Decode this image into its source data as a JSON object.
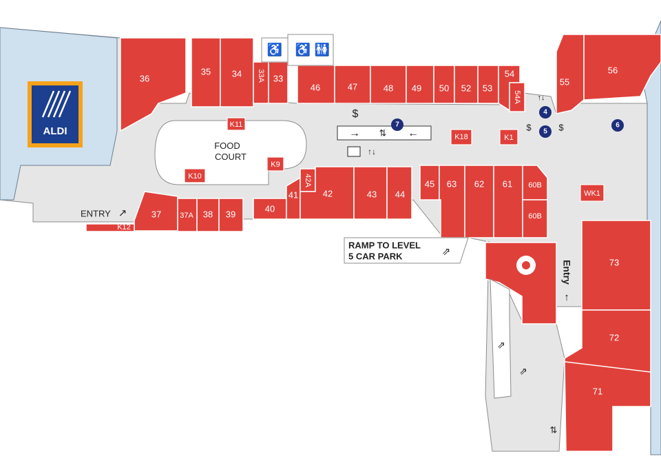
{
  "shops": {
    "s36": "36",
    "s35": "35",
    "s34": "34",
    "s33a": "33A",
    "s33": "33",
    "s46": "46",
    "s47": "47",
    "s48": "48",
    "s49": "49",
    "s50": "50",
    "s52": "52",
    "s53": "53",
    "s54": "54",
    "s54a": "54A",
    "s55": "55",
    "s56": "56",
    "s37": "37",
    "s37a": "37A",
    "s38": "38",
    "s39": "39",
    "s40": "40",
    "s41": "41",
    "s42a": "42A",
    "s42": "42",
    "s43": "43",
    "s44": "44",
    "s45": "45",
    "s63": "63",
    "s62": "62",
    "s61": "61",
    "s60b_top": "60B",
    "s60b_bottom": "60B",
    "s73": "73",
    "s72": "72",
    "s71": "71"
  },
  "kiosks": {
    "k11": "K11",
    "k10": "K10",
    "k9": "K9",
    "k12": "K12",
    "k18": "K18",
    "k1": "K1",
    "wk1": "WK1"
  },
  "labels": {
    "food_court_line1": "FOOD",
    "food_court_line2": "COURT",
    "entry_left": "ENTRY",
    "entry_right": "Entry",
    "ramp_line1": "RAMP TO LEVEL",
    "ramp_line2": "5 CAR PARK",
    "aldi": "ALDI"
  },
  "markers": {
    "m4": "4",
    "m5": "5",
    "m6": "6",
    "m7": "7"
  },
  "colors": {
    "shop": "#e0403a",
    "mall_floor": "#e6e6e6",
    "anchor_store": "#cfe0ef",
    "marker": "#1d2f7a",
    "aldi_blue": "#1c3f8f",
    "aldi_orange": "#f5a21b"
  },
  "icons": [
    "baby-change-icon",
    "accessible-toilet-icon",
    "toilets-icon",
    "atm-icon",
    "lift-icon",
    "escalator-icon",
    "stairs-icon",
    "australia-post-icon",
    "travelator-icon"
  ]
}
